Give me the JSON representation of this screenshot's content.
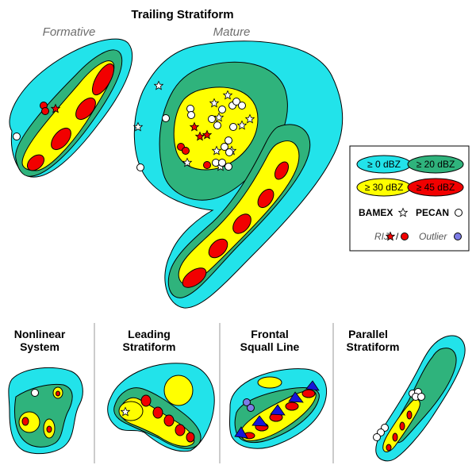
{
  "colors": {
    "dbz0": "#22e3ea",
    "dbz20": "#2fb37c",
    "dbz30": "#ffff00",
    "dbz45": "#f20000",
    "outlier": "#7d7ce6",
    "frontal_triangle": "#1616d9"
  },
  "top": {
    "title": "Trailing Stratiform",
    "formative_label": "Formative",
    "mature_label": "Mature"
  },
  "legend": {
    "dbz0": "≥ 0 dBZ",
    "dbz20": "≥ 20 dBZ",
    "dbz30": "≥ 30 dBZ",
    "dbz45": "≥ 45 dBZ",
    "bamex": "BAMEX",
    "pecan": "PECAN",
    "rij": "RIJ",
    "rij_sep": "/",
    "outlier": "Outlier"
  },
  "bottom": {
    "nonlinear": [
      "Nonlinear",
      "System"
    ],
    "leading": [
      "Leading",
      "Stratiform"
    ],
    "frontal": [
      "Frontal",
      "Squall Line"
    ],
    "parallel": [
      "Parallel",
      "Stratiform"
    ]
  }
}
